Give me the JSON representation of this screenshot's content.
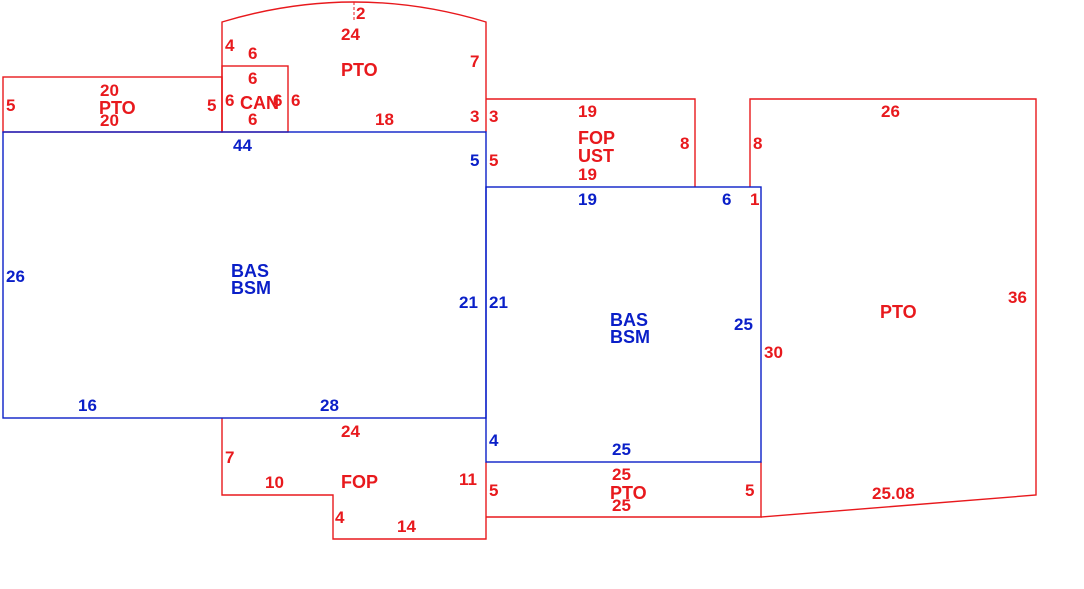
{
  "colors": {
    "red": "#e8191d",
    "blue": "#0a1fc8",
    "background": "#ffffff"
  },
  "areas": {
    "bas_main": {
      "line1": "BAS",
      "line2": "BSM"
    },
    "bas_right": {
      "line1": "BAS",
      "line2": "BSM"
    },
    "pto_top": {
      "label": "PTO"
    },
    "pto_left": {
      "label": "PTO"
    },
    "can": {
      "label": "CAN"
    },
    "fop_ust": {
      "line1": "FOP",
      "line2": "UST"
    },
    "pto_big": {
      "label": "PTO"
    },
    "fop_bottom": {
      "label": "FOP"
    },
    "pto_bottom": {
      "label": "PTO"
    }
  },
  "dimensions": {
    "pto_top": {
      "top_2": "2",
      "top_24": "24",
      "left_4": "4",
      "inner_6": "6",
      "right_7": "7",
      "bottom_18": "18",
      "right_3": "3"
    },
    "pto_left": {
      "top_20": "20",
      "bottom_20": "20",
      "left_5": "5",
      "right_5": "5"
    },
    "can": {
      "top_6": "6",
      "left_6": "6",
      "right_6a": "6",
      "right_6b": "6",
      "bottom_6": "6"
    },
    "bas_main": {
      "top_44": "44",
      "right_5": "5",
      "left_26": "26",
      "right_21": "21",
      "bottom_16": "16",
      "bottom_28": "28"
    },
    "fop_ust": {
      "left_3": "3",
      "top_19": "19",
      "right_8": "8",
      "left_5": "5",
      "bottom_19": "19"
    },
    "bas_right": {
      "top_19": "19",
      "top_6": "6",
      "left_21": "21",
      "right_25": "25",
      "left_4": "4",
      "bottom_25": "25"
    },
    "pto_big": {
      "top_26": "26",
      "left_8": "8",
      "left_1": "1",
      "right_36": "36",
      "left_30": "30",
      "bottom_2508": "25.08"
    },
    "fop_bottom": {
      "top_24": "24",
      "left_7": "7",
      "step_10": "10",
      "right_11": "11",
      "step_4": "4",
      "bottom_14": "14"
    },
    "pto_bottom": {
      "top_25": "25",
      "left_5": "5",
      "right_5": "5",
      "bottom_25": "25"
    }
  }
}
